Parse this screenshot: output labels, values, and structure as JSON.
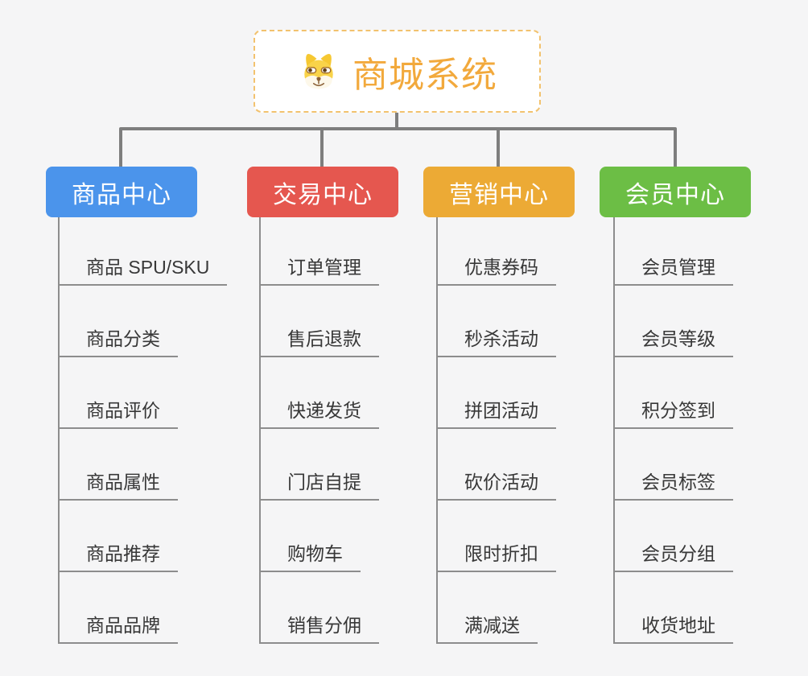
{
  "palette": {
    "background": "#F5F5F6",
    "connector": "#7E7E7E",
    "leaf_line": "#8D8D8D",
    "leaf_text": "#383838",
    "root_border": "#F2C26E",
    "root_text": "#F2A93C"
  },
  "root": {
    "title": "商城系统",
    "icon": "dog-face-icon"
  },
  "branches": [
    {
      "label": "商品中心",
      "color": "#4B94EB",
      "children": [
        "商品 SPU/SKU",
        "商品分类",
        "商品评价",
        "商品属性",
        "商品推荐",
        "商品品牌"
      ]
    },
    {
      "label": "交易中心",
      "color": "#E5574F",
      "children": [
        "订单管理",
        "售后退款",
        "快递发货",
        "门店自提",
        "购物车",
        "销售分佣"
      ]
    },
    {
      "label": "营销中心",
      "color": "#ECAA35",
      "children": [
        "优惠券码",
        "秒杀活动",
        "拼团活动",
        "砍价活动",
        "限时折扣",
        "满减送"
      ]
    },
    {
      "label": "会员中心",
      "color": "#6CBE45",
      "children": [
        "会员管理",
        "会员等级",
        "积分签到",
        "会员标签",
        "会员分组",
        "收货地址"
      ]
    }
  ]
}
